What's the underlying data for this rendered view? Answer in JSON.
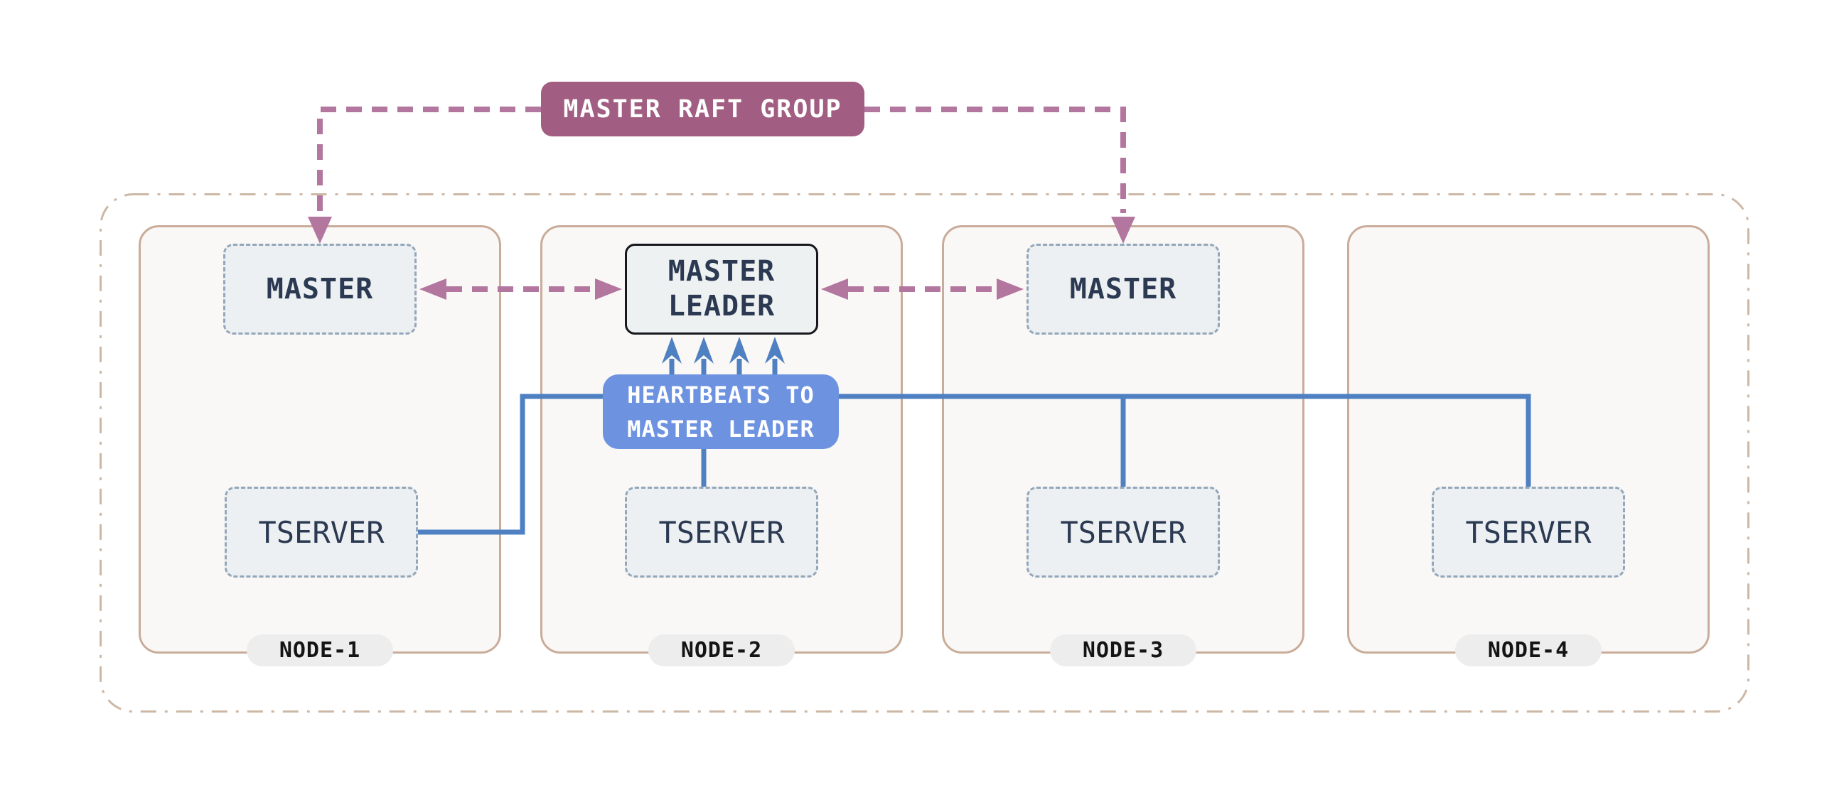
{
  "raft": {
    "label": "MASTER RAFT GROUP"
  },
  "heartbeats": {
    "line1": "HEARTBEATS TO",
    "line2": "MASTER LEADER"
  },
  "master_leader": {
    "line1": "MASTER",
    "line2": "LEADER"
  },
  "nodes": [
    {
      "label": "NODE-1",
      "master": "MASTER",
      "tserver": "TSERVER"
    },
    {
      "label": "NODE-2",
      "tserver": "TSERVER"
    },
    {
      "label": "NODE-3",
      "master": "MASTER",
      "tserver": "TSERVER"
    },
    {
      "label": "NODE-4",
      "tserver": "TSERVER"
    }
  ],
  "colors": {
    "raft_banner": "#a25e82",
    "raft_dashed_link": "#b3779f",
    "heartbeat_callout": "#6d93e0",
    "heartbeat_line": "#4f80c2",
    "node_border": "#c9ac99",
    "node_fill": "#faf8f6",
    "outer_border": "#cdb7a5",
    "unit_fill": "#edf0f2",
    "unit_dashed_border": "#93a7ba",
    "leader_border": "#16181d",
    "unit_text": "#2b3a52"
  }
}
